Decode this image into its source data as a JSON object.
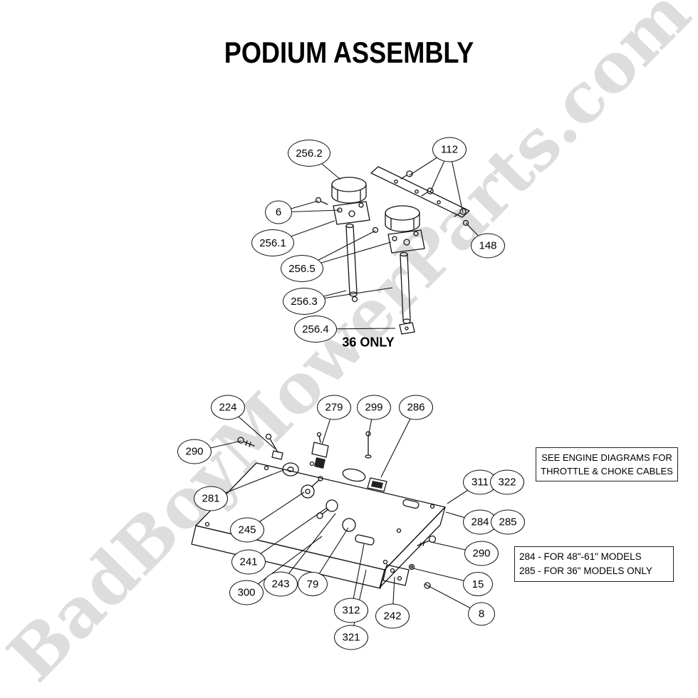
{
  "page": {
    "title": "PODIUM ASSEMBLY",
    "watermark": "BadBoyMowerParts.com"
  },
  "upper": {
    "caption": "36 ONLY",
    "callouts": {
      "c256_2": "256.2",
      "c112": "112",
      "c6": "6",
      "c256_1": "256.1",
      "c256_5": "256.5",
      "c148": "148",
      "c256_3": "256.3",
      "c256_4": "256.4"
    }
  },
  "lower": {
    "callouts": {
      "c224": "224",
      "c279": "279",
      "c299": "299",
      "c286": "286",
      "c290_left": "290",
      "c281": "281",
      "c245": "245",
      "c241": "241",
      "c243": "243",
      "c79": "79",
      "c300": "300",
      "c312": "312",
      "c321": "321",
      "c242": "242",
      "c8": "8",
      "c15": "15",
      "c290_right": "290",
      "c284": "284",
      "c285": "285",
      "c311": "311",
      "c322": "322"
    }
  },
  "notes": {
    "engine": {
      "line1": "SEE ENGINE DIAGRAMS FOR",
      "line2": "THROTTLE & CHOKE CABLES"
    },
    "models": {
      "line1": "284 - FOR 48\"-61\" MODELS",
      "line2": "285 - FOR 36\" MODELS ONLY"
    }
  }
}
